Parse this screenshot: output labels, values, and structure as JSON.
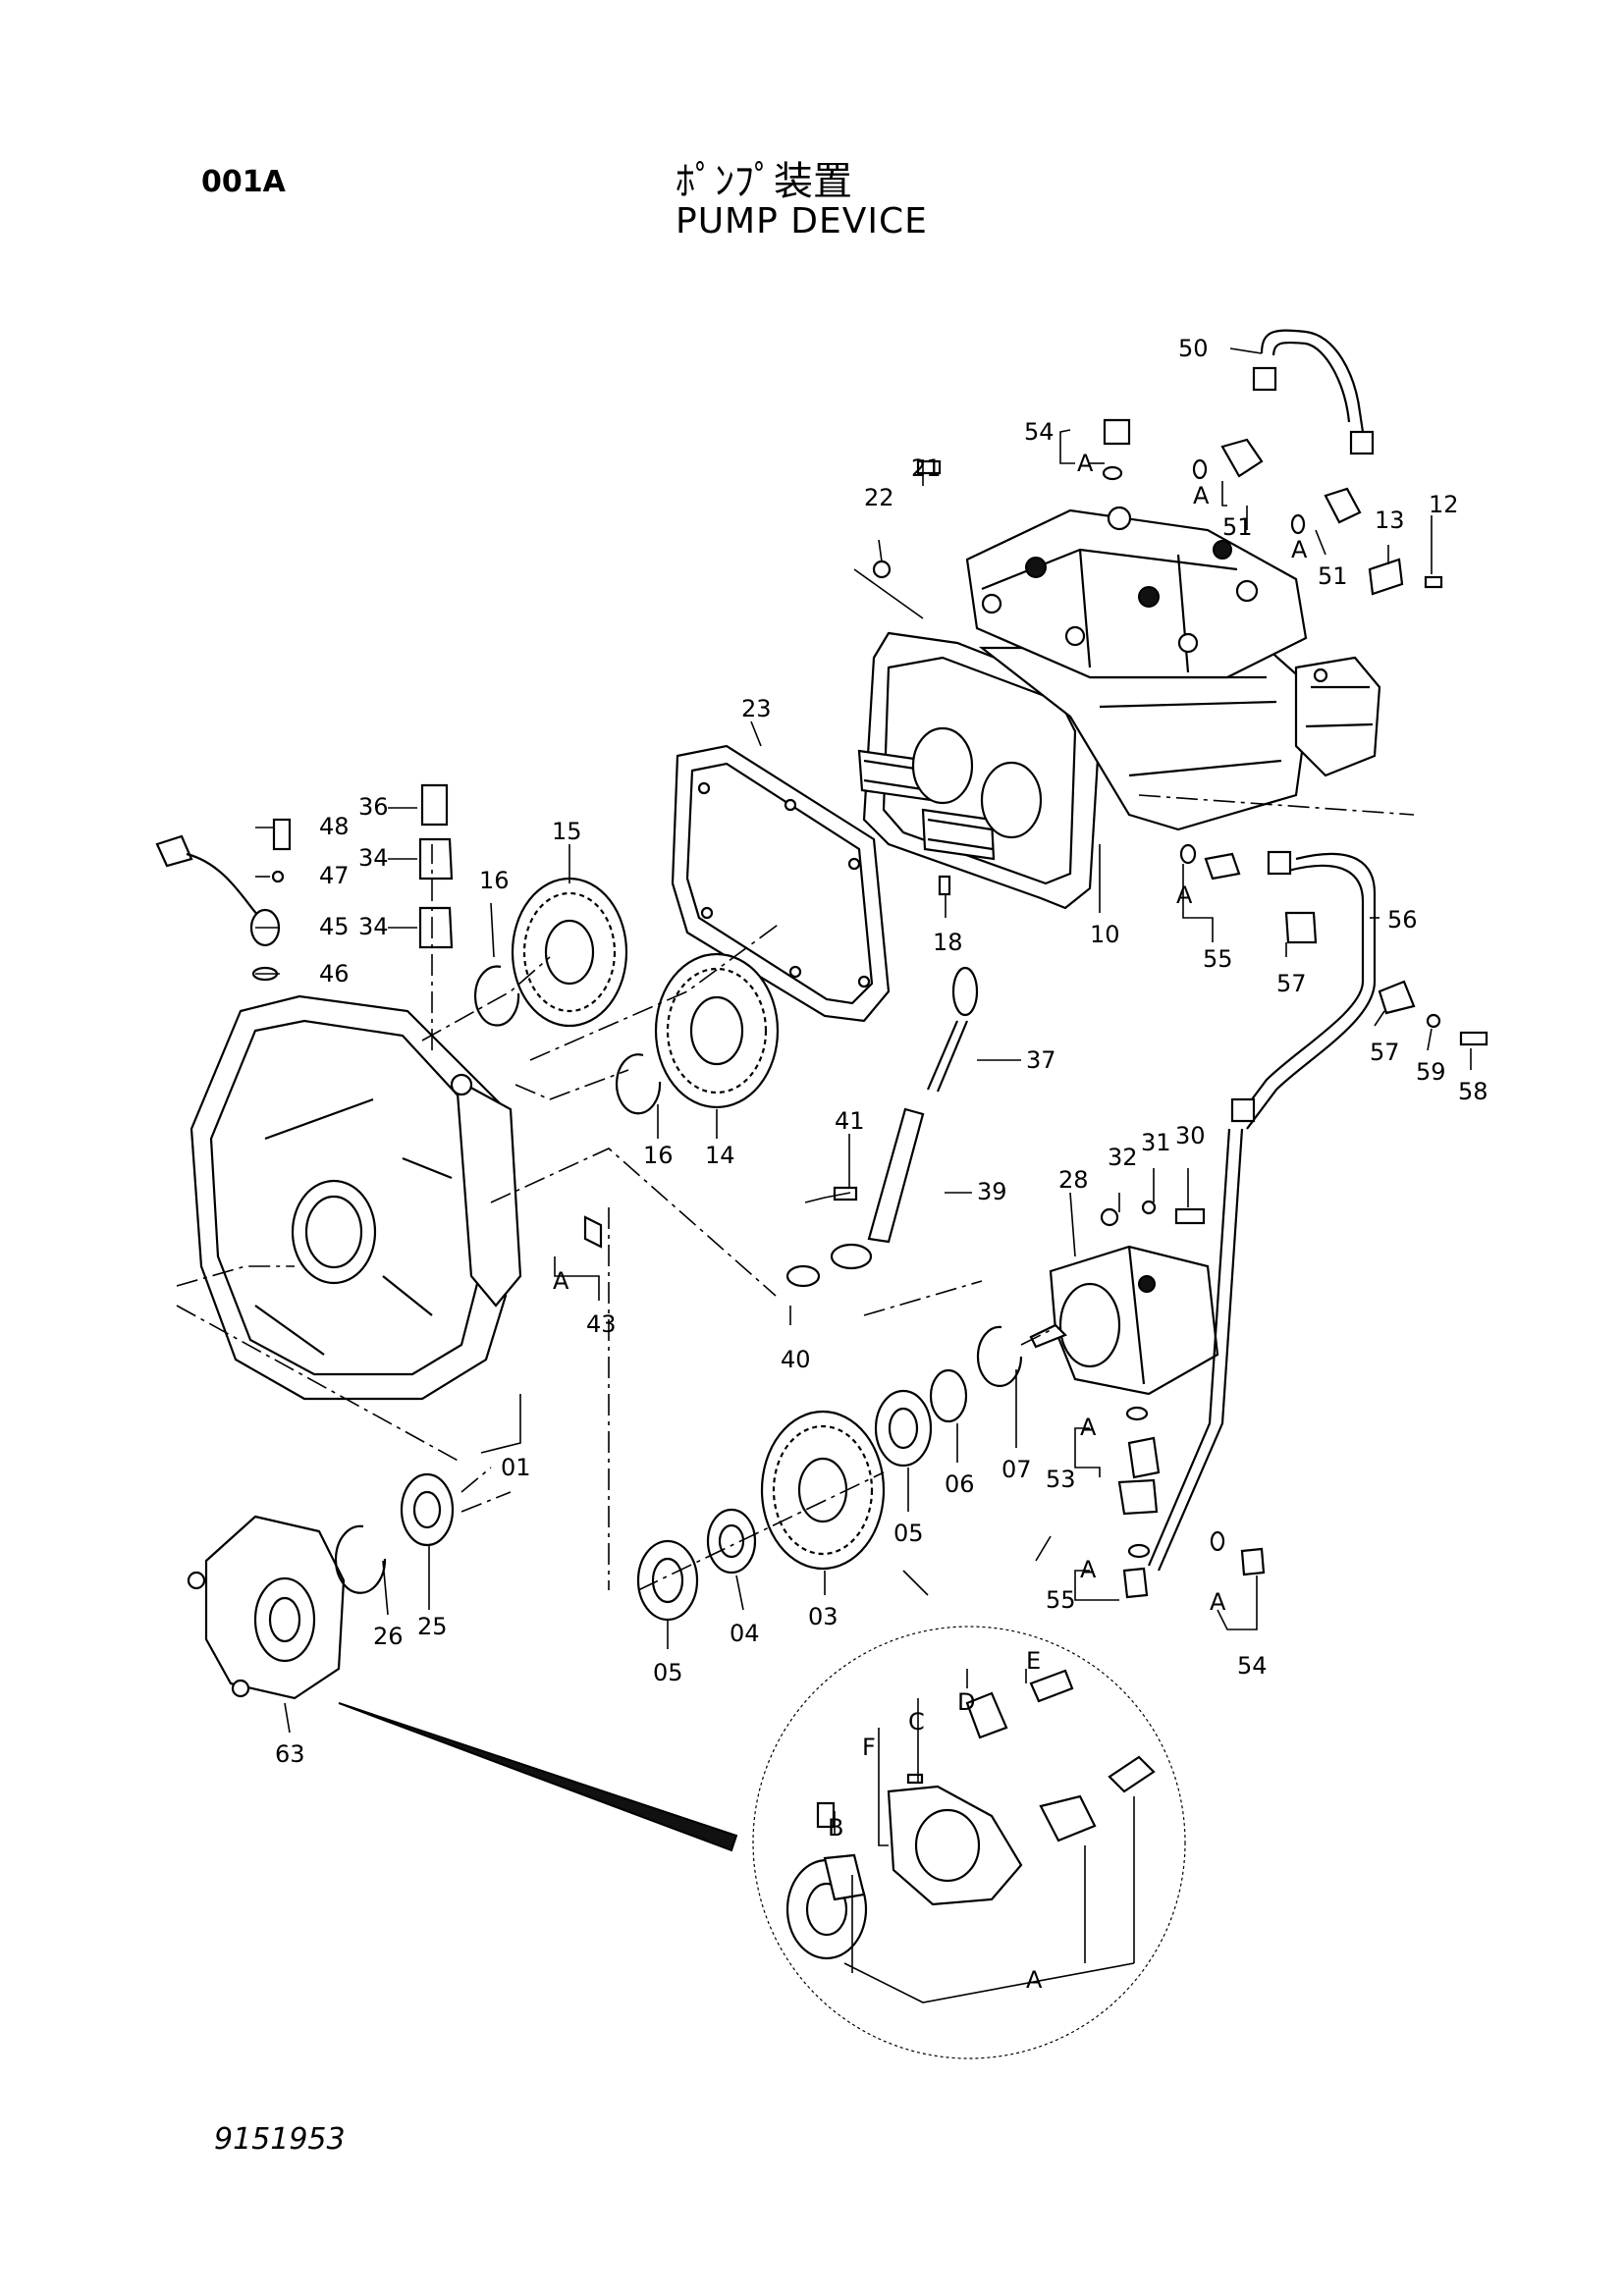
{
  "header": {
    "page_code": "001A",
    "title_jp": "ﾎﾟﾝﾌﾟ装置",
    "title_en": "PUMP  DEVICE"
  },
  "footer": {
    "drawing_number": "9151953"
  },
  "labels": [
    {
      "id": "lbl-01",
      "text": "01"
    },
    {
      "id": "lbl-03",
      "text": "03"
    },
    {
      "id": "lbl-04",
      "text": "04"
    },
    {
      "id": "lbl-05a",
      "text": "05"
    },
    {
      "id": "lbl-05b",
      "text": "05"
    },
    {
      "id": "lbl-06",
      "text": "06"
    },
    {
      "id": "lbl-07",
      "text": "07"
    },
    {
      "id": "lbl-10",
      "text": "10"
    },
    {
      "id": "lbl-12",
      "text": "12"
    },
    {
      "id": "lbl-13",
      "text": "13"
    },
    {
      "id": "lbl-14",
      "text": "14"
    },
    {
      "id": "lbl-15",
      "text": "15"
    },
    {
      "id": "lbl-16a",
      "text": "16"
    },
    {
      "id": "lbl-16b",
      "text": "16"
    },
    {
      "id": "lbl-18",
      "text": "18"
    },
    {
      "id": "lbl-21",
      "text": "21"
    },
    {
      "id": "lbl-22",
      "text": "22"
    },
    {
      "id": "lbl-23",
      "text": "23"
    },
    {
      "id": "lbl-25",
      "text": "25"
    },
    {
      "id": "lbl-26",
      "text": "26"
    },
    {
      "id": "lbl-28",
      "text": "28"
    },
    {
      "id": "lbl-30",
      "text": "30"
    },
    {
      "id": "lbl-31",
      "text": "31"
    },
    {
      "id": "lbl-32",
      "text": "32"
    },
    {
      "id": "lbl-34a",
      "text": "34"
    },
    {
      "id": "lbl-34b",
      "text": "34"
    },
    {
      "id": "lbl-36",
      "text": "36"
    },
    {
      "id": "lbl-37",
      "text": "37"
    },
    {
      "id": "lbl-39",
      "text": "39"
    },
    {
      "id": "lbl-40",
      "text": "40"
    },
    {
      "id": "lbl-41",
      "text": "41"
    },
    {
      "id": "lbl-43",
      "text": "43"
    },
    {
      "id": "lbl-45",
      "text": "45"
    },
    {
      "id": "lbl-46",
      "text": "46"
    },
    {
      "id": "lbl-47",
      "text": "47"
    },
    {
      "id": "lbl-48",
      "text": "48"
    },
    {
      "id": "lbl-50",
      "text": "50"
    },
    {
      "id": "lbl-51a",
      "text": "51"
    },
    {
      "id": "lbl-51b",
      "text": "51"
    },
    {
      "id": "lbl-53",
      "text": "53"
    },
    {
      "id": "lbl-54a",
      "text": "54"
    },
    {
      "id": "lbl-54b",
      "text": "54"
    },
    {
      "id": "lbl-55a",
      "text": "55"
    },
    {
      "id": "lbl-55b",
      "text": "55"
    },
    {
      "id": "lbl-56",
      "text": "56"
    },
    {
      "id": "lbl-57a",
      "text": "57"
    },
    {
      "id": "lbl-57b",
      "text": "57"
    },
    {
      "id": "lbl-58",
      "text": "58"
    },
    {
      "id": "lbl-59",
      "text": "59"
    },
    {
      "id": "lbl-63",
      "text": "63"
    },
    {
      "id": "lbl-A1",
      "text": "A"
    },
    {
      "id": "lbl-A2",
      "text": "A"
    },
    {
      "id": "lbl-A3",
      "text": "A"
    },
    {
      "id": "lbl-A4",
      "text": "A"
    },
    {
      "id": "lbl-A5",
      "text": "A"
    },
    {
      "id": "lbl-A6",
      "text": "A"
    },
    {
      "id": "lbl-A7",
      "text": "A"
    },
    {
      "id": "lbl-A8",
      "text": "A"
    },
    {
      "id": "lbl-A9",
      "text": "A"
    },
    {
      "id": "lbl-A10",
      "text": "A"
    },
    {
      "id": "lbl-B",
      "text": "B"
    },
    {
      "id": "lbl-C",
      "text": "C"
    },
    {
      "id": "lbl-D",
      "text": "D"
    },
    {
      "id": "lbl-E",
      "text": "E"
    },
    {
      "id": "lbl-F",
      "text": "F"
    }
  ]
}
